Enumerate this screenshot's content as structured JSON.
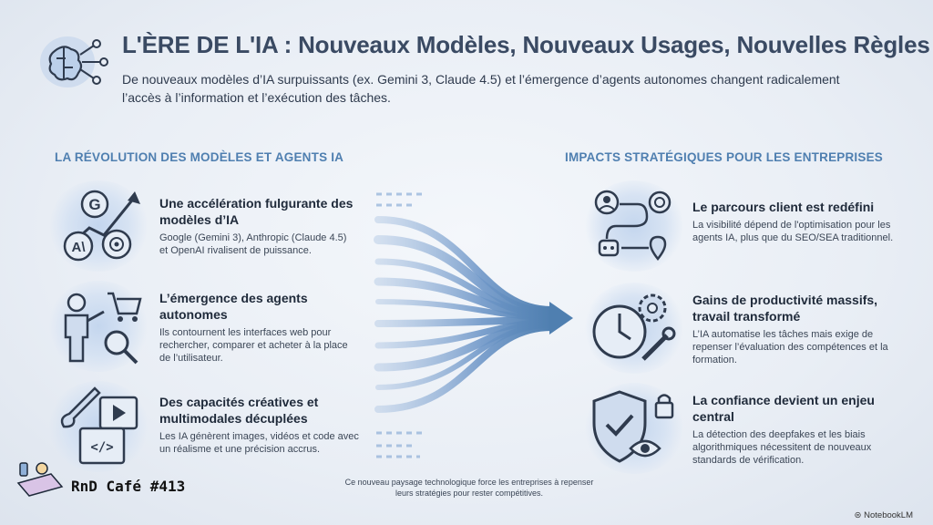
{
  "header": {
    "title": "L'ÈRE DE L'IA : Nouveaux Modèles, Nouveaux Usages, Nouvelles Règles",
    "subtitle": "De nouveaux modèles d’IA surpuissants (ex. Gemini 3, Claude 4.5) et l’émergence d’agents autonomes changent radicalement l’accès à l’information et l’exécution des tâches.",
    "icon": "brain-network-icon"
  },
  "left": {
    "heading": "LA RÉVOLUTION DES MODÈLES ET AGENTS IA",
    "items": [
      {
        "title": "Une accélération fulgurante des modèles d’IA",
        "desc": "Google (Gemini 3), Anthropic (Claude 4.5) et OpenAI rivalisent de puissance.",
        "icon": "ai-logos-growth-icon"
      },
      {
        "title": "L’émergence des agents autonomes",
        "desc": "Ils contournent les interfaces web pour rechercher, comparer et acheter à la place de l’utilisateur.",
        "icon": "agent-shopping-icon"
      },
      {
        "title": "Des capacités créatives et multimodales décuplées",
        "desc": "Les IA génèrent images, vidéos et code avec un réalisme et une précision accrus.",
        "icon": "multimodal-creative-icon"
      }
    ]
  },
  "right": {
    "heading": "IMPACTS STRATÉGIQUES POUR LES ENTREPRISES",
    "items": [
      {
        "title": "Le parcours client est redéfini",
        "desc": "La visibilité dépend de l'optimisation pour les agents IA, plus que du SEO/SEA traditionnel.",
        "icon": "customer-journey-icon"
      },
      {
        "title": "Gains de productivité massifs, travail transformé",
        "desc": "L’IA automatise les tâches mais exige de repenser l’évaluation des compétences et la formation.",
        "icon": "productivity-gears-icon"
      },
      {
        "title": "La confiance devient un enjeu central",
        "desc": "La détection des deepfakes et les biais algorithmiques nécessitent de nouveaux standards de vérification.",
        "icon": "trust-shield-icon"
      }
    ]
  },
  "footer": {
    "note": "Ce nouveau paysage technologique force les entreprises à repenser leurs stratégies pour rester compétitives.",
    "brand": "RnD Café #413",
    "watermark": "NotebookLM"
  },
  "colors": {
    "title": "#3a4a63",
    "heading": "#4f7fb0",
    "icon_stroke": "#2f3b4e",
    "flow": "#7fa3cf"
  }
}
